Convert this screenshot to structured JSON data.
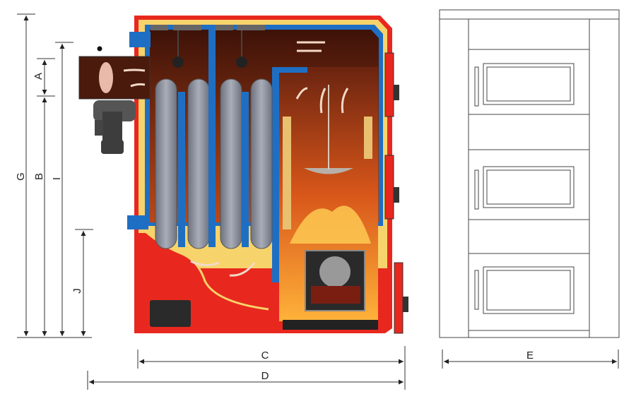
{
  "dimensions": {
    "G": "G",
    "B": "B",
    "I": "I",
    "A": "A",
    "J": "J",
    "C": "C",
    "D": "D",
    "E": "E"
  },
  "colors": {
    "casing": "#e8281e",
    "water_jacket": "#1e6fc4",
    "insulation": "#f7d36b",
    "flue_gas": "#4a1a0c",
    "tubes": "#8a8f9c",
    "fire": "#f06a1a"
  }
}
